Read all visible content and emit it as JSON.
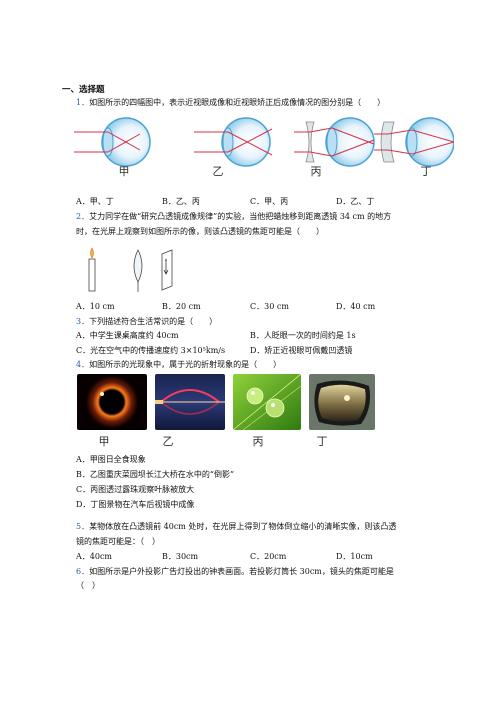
{
  "section_title": "一、选择题",
  "q1": {
    "num": "1．",
    "text": "如图所示的四幅图中，表示近视眼成像和近视眼矫正后成像情况的图分别是（　　）",
    "labels": [
      "甲",
      "乙",
      "丙",
      "丁"
    ],
    "options": [
      "A．甲、丁",
      "B．乙、丙",
      "C．甲、丙",
      "D．乙、丁"
    ]
  },
  "q2": {
    "num": "2．",
    "line1": "艾力同学在做“研究凸透镜成像规律”的实验，当他把蜡烛移到距离透镜 34 cm 的地方",
    "line2": "时，在光屏上观察到如图所示的像，则该凸透镜的焦距可能是（　　）",
    "options": [
      "A．10 cm",
      "B．20 cm",
      "C．30 cm",
      "D．40 cm"
    ]
  },
  "q3": {
    "num": "3．",
    "text": "下列描述符合生活常识的是（　　）",
    "options": [
      "A．中学生课桌高度约 40cm",
      "B．人眨眼一次的时间约是 1s",
      "C．光在空气中的传播速度约 3×10⁵km/s",
      "D．矫正近视眼可佩戴凹透镜"
    ]
  },
  "q4": {
    "num": "4．",
    "text": "如图所示的光现象中，属于光的折射现象的是（　　）",
    "labels": [
      "甲",
      "乙",
      "丙",
      "丁"
    ],
    "options": [
      "A．甲图日全食现象",
      "B．乙图重庆菜园坝长江大桥在水中的“倒影”",
      "C．丙图透过露珠观察叶脉被放大",
      "D．丁图景物在汽车后视镜中成像"
    ]
  },
  "q5": {
    "num": "5．",
    "line1": "某物体放在凸透镜前 40cm 处时，在光屏上得到了物体倒立缩小的清晰实像，则该凸透",
    "line2": "镜的焦距可能是：（　）",
    "options": [
      "A．40cm",
      "B．30cm",
      "C．20cm",
      "D．10cm"
    ]
  },
  "q6": {
    "num": "6．",
    "line1": "如图所示是户外投影广告灯投出的钟表画面。若投影灯筒长 30cm，镜头的焦距可能是",
    "line2": "（　）"
  },
  "colors": {
    "question_number": "#2a5fb0",
    "eye_blue": "#7fc3e6",
    "ray_red": "#d8304a"
  }
}
